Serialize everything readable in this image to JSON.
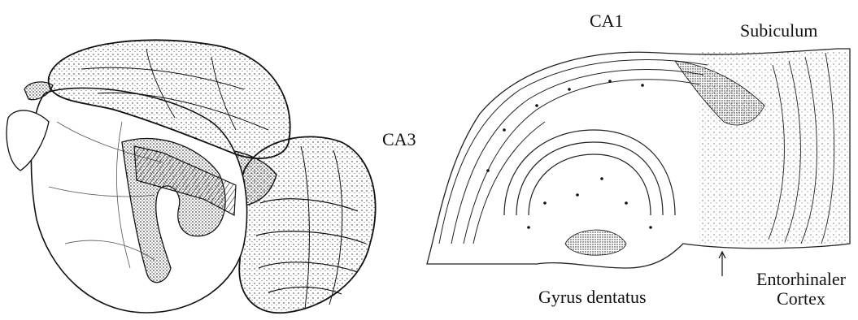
{
  "labels": {
    "ca1": "CA1",
    "subiculum": "Subiculum",
    "ca3": "CA3",
    "gyrus_dentatus": "Gyrus dentatus",
    "entorhinal_line1": "Entorhinaler",
    "entorhinal_line2": "Cortex"
  },
  "colors": {
    "ink": "#111111",
    "paper": "#ffffff"
  }
}
